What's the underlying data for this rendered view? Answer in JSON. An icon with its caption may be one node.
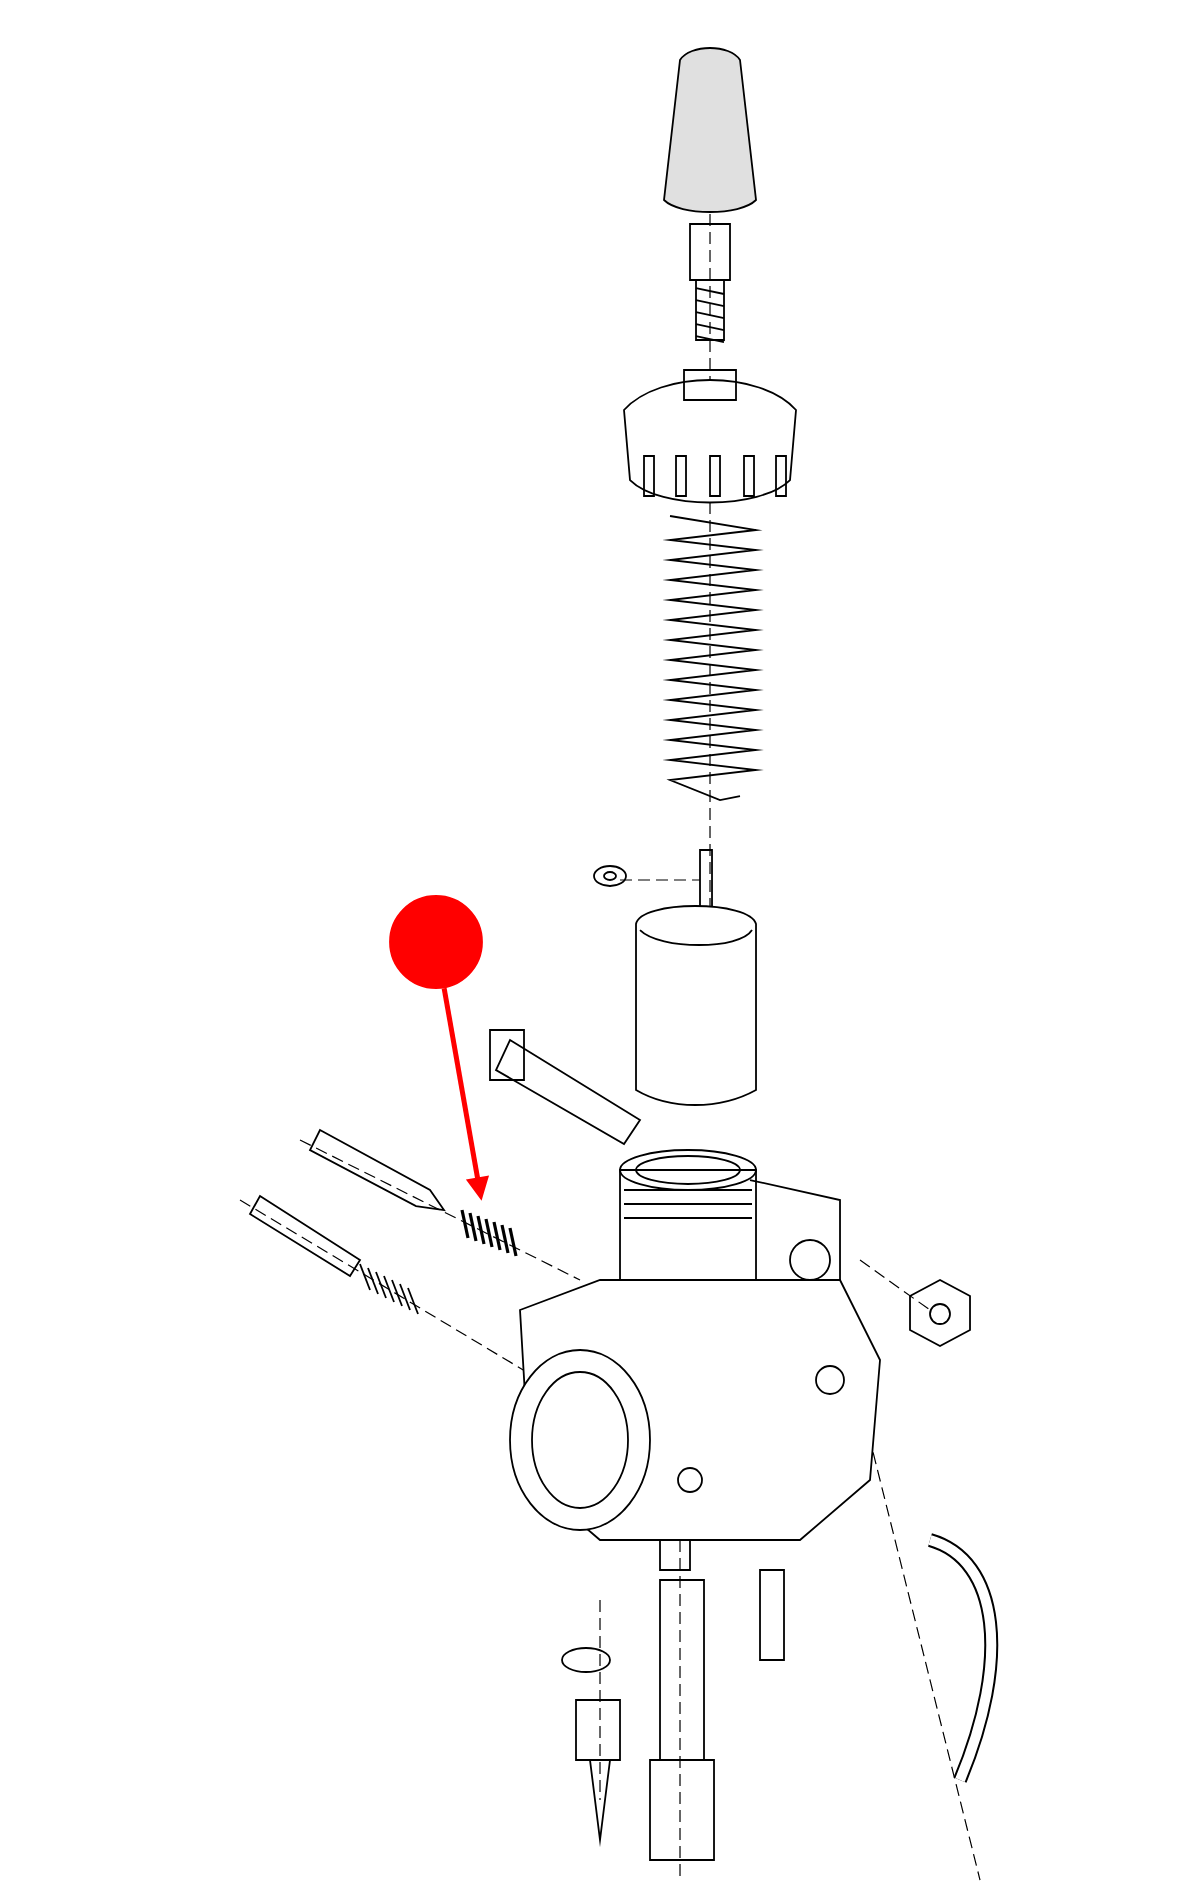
{
  "diagram": {
    "nodes": [
      {
        "text": [],
        "shape": "circle"
      },
      {
        "text": [],
        "shape": "picture"
      }
    ],
    "edges": [
      {
        "from": 0,
        "to": 1,
        "arrow": "to",
        "color": "#ff0000"
      }
    ]
  }
}
